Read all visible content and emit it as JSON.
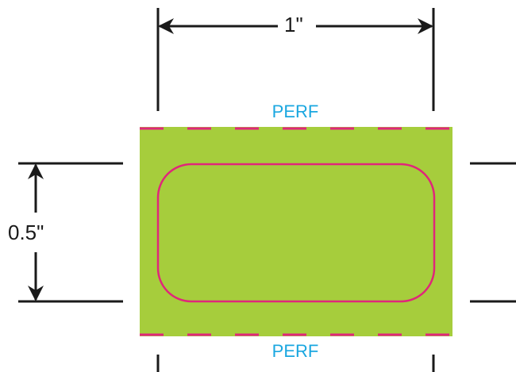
{
  "dimensions": {
    "width_label": "1\"",
    "height_label": "0.5\""
  },
  "perf_labels": {
    "top": "PERF",
    "bottom": "PERF"
  },
  "colors": {
    "label_fill": "#a6cd3c",
    "cut_line": "#e0267a",
    "perf_text": "#1aa7e0",
    "dimension_lines": "#1a1a1a"
  }
}
